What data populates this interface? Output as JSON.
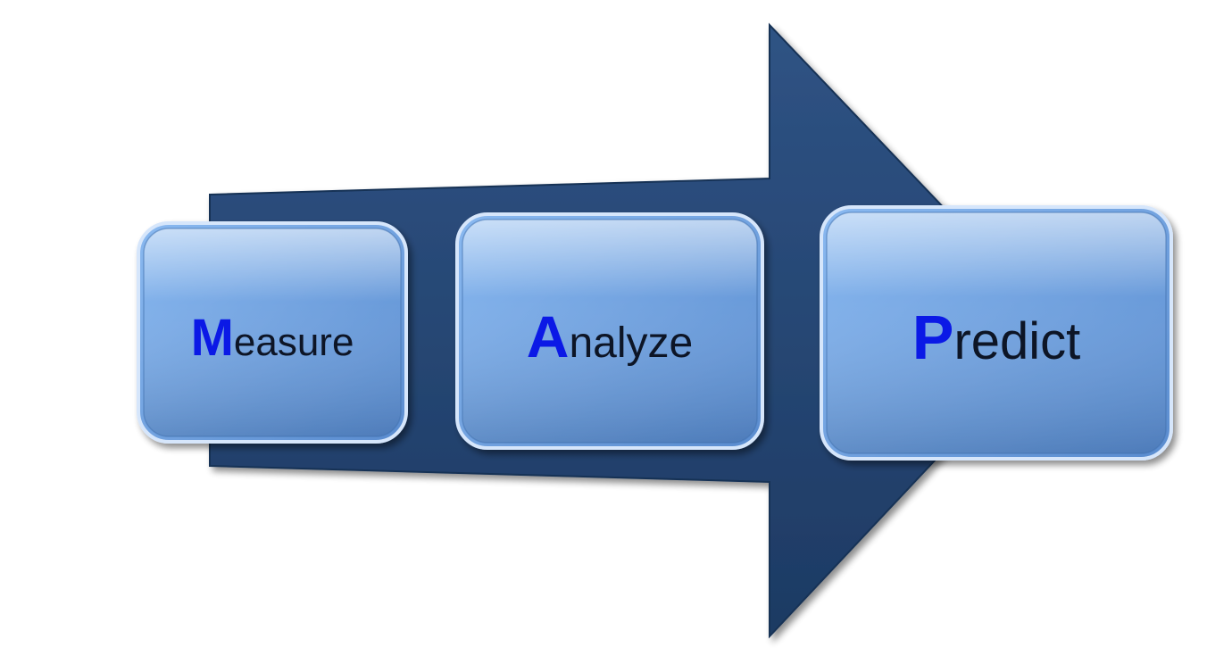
{
  "diagram": {
    "steps": [
      {
        "initial": "M",
        "rest": "easure"
      },
      {
        "initial": "A",
        "rest": "nalyze"
      },
      {
        "initial": "P",
        "rest": "redict"
      }
    ],
    "colors": {
      "arrow_fill_top": "#2f5384",
      "arrow_fill_bottom": "#1d3a63",
      "arrow_edge": "#163055",
      "box_fill_top": "#8ab9f0",
      "box_fill_bottom": "#5a8ccf",
      "box_border": "#d6e6fb",
      "initial_color": "#0b19e6",
      "text_color": "#0d1526"
    }
  }
}
